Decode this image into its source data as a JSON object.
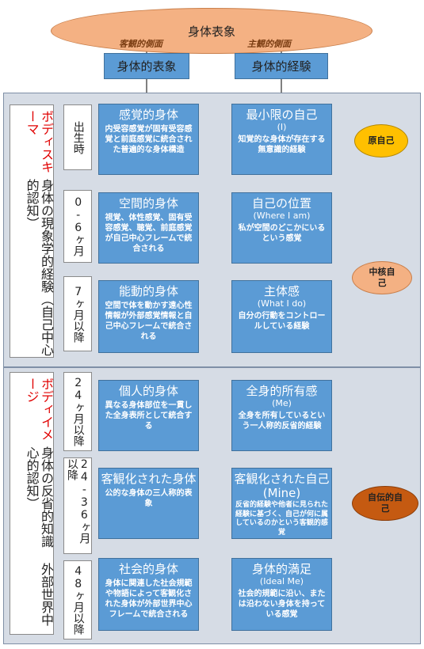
{
  "top": {
    "title": "身体表象",
    "objective_label": "客観的側面",
    "subjective_label": "主観的側面",
    "left_box": "身体的表象",
    "right_box": "身体的経験"
  },
  "schema_section": {
    "label_red": "ボディスキーマ",
    "label_black": "身体の現象学的経験（自己中心的認知）",
    "ages": [
      "出生時",
      "0-6ヶ月",
      "7ヶ月以降"
    ],
    "left_boxes": [
      {
        "title": "感覚的身体",
        "subtitle": "",
        "desc": "内受容感覚が固有受容感覚と前庭感覚に統合された普遍的な身体構造"
      },
      {
        "title": "空間的身体",
        "subtitle": "",
        "desc": "視覚、体性感覚、固有受容感覚、聴覚、前庭感覚が自己中心フレームで統合される"
      },
      {
        "title": "能動的身体",
        "subtitle": "",
        "desc": "空間で体を動かす遠心性情報が外部感覚情報と自己中心フレームで統合される"
      }
    ],
    "right_boxes": [
      {
        "title": "最小限の自己",
        "subtitle": "(I)",
        "desc": "知覚的な身体が存在する無意識的経験"
      },
      {
        "title": "自己の位置",
        "subtitle": "(Where I am)",
        "desc": "私が空間のどこかにいるという感覚"
      },
      {
        "title": "主体感",
        "subtitle": "(What I do)",
        "desc": "自分の行動をコントロールしている経験"
      }
    ],
    "ellipses": [
      "原自己",
      "中核自己"
    ]
  },
  "image_section": {
    "label_red": "ボディイメージ",
    "label_black": "身体の反省的知識 外部世界中心的認知）",
    "ages": [
      "24ヶ月以降",
      "24-36ヶ月以降",
      "48ヶ月以降"
    ],
    "left_boxes": [
      {
        "title": "個人的身体",
        "subtitle": "",
        "desc": "異なる身体部位を一貫した全身表所として統合する"
      },
      {
        "title": "客観化された身体",
        "subtitle": "",
        "desc": "公的な身体の三人称的表象"
      },
      {
        "title": "社会的身体",
        "subtitle": "",
        "desc": "身体に関連した社会規範や物語によって客観化された身体が外部世界中心フレームで統合される"
      }
    ],
    "right_boxes": [
      {
        "title": "全身的所有感",
        "subtitle": "(Me)",
        "desc": "全身を所有しているという一人称的反省的経験"
      },
      {
        "title": "客観化された自己(Mine)",
        "subtitle": "",
        "desc": "反省的経験や他者に見られた経験に基づく、自己が何に属しているのかという客観的感覚"
      },
      {
        "title": "身体的満足",
        "subtitle": "(Ideal Me)",
        "desc": "社会的規範に沿い、または沿わない身体を持っている感覚"
      }
    ],
    "ellipses": [
      "自伝的自己"
    ]
  },
  "colors": {
    "box_blue": "#5b9bd5",
    "top_ellipse": "#f4b183",
    "proto_self": "#ffc000",
    "core_self": "#f4b183",
    "auto_self": "#c55a11",
    "label_red": "#e00000",
    "panel": "#d6dce5"
  }
}
